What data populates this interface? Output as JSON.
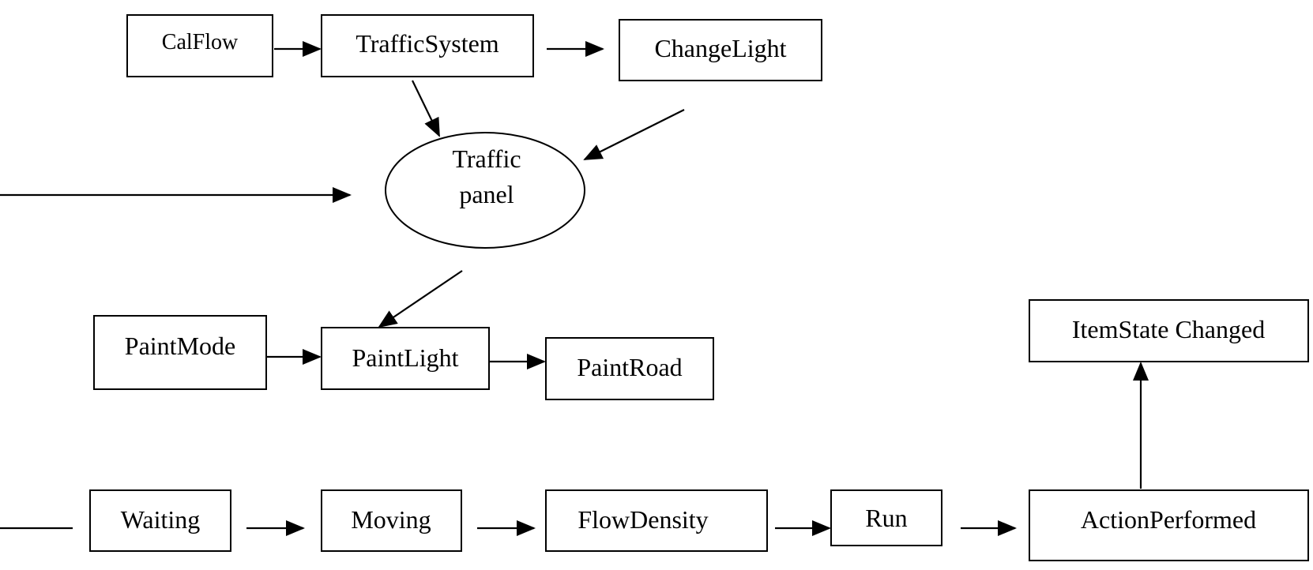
{
  "nodes": {
    "calflow": "CalFlow",
    "trafficsystem": "TrafficSystem",
    "changelight": "ChangeLight",
    "traffic_panel_line1": "Traffic",
    "traffic_panel_line2": "panel",
    "paintmode": "PaintMode",
    "paintlight": "PaintLight",
    "paintroad": "PaintRoad",
    "itemstate_changed": "ItemState Changed",
    "waiting": "Waiting",
    "moving": "Moving",
    "flowdensity": "FlowDensity",
    "run": "Run",
    "actionperformed": "ActionPerformed"
  },
  "colors": {
    "stroke": "#000000",
    "background": "#ffffff"
  }
}
